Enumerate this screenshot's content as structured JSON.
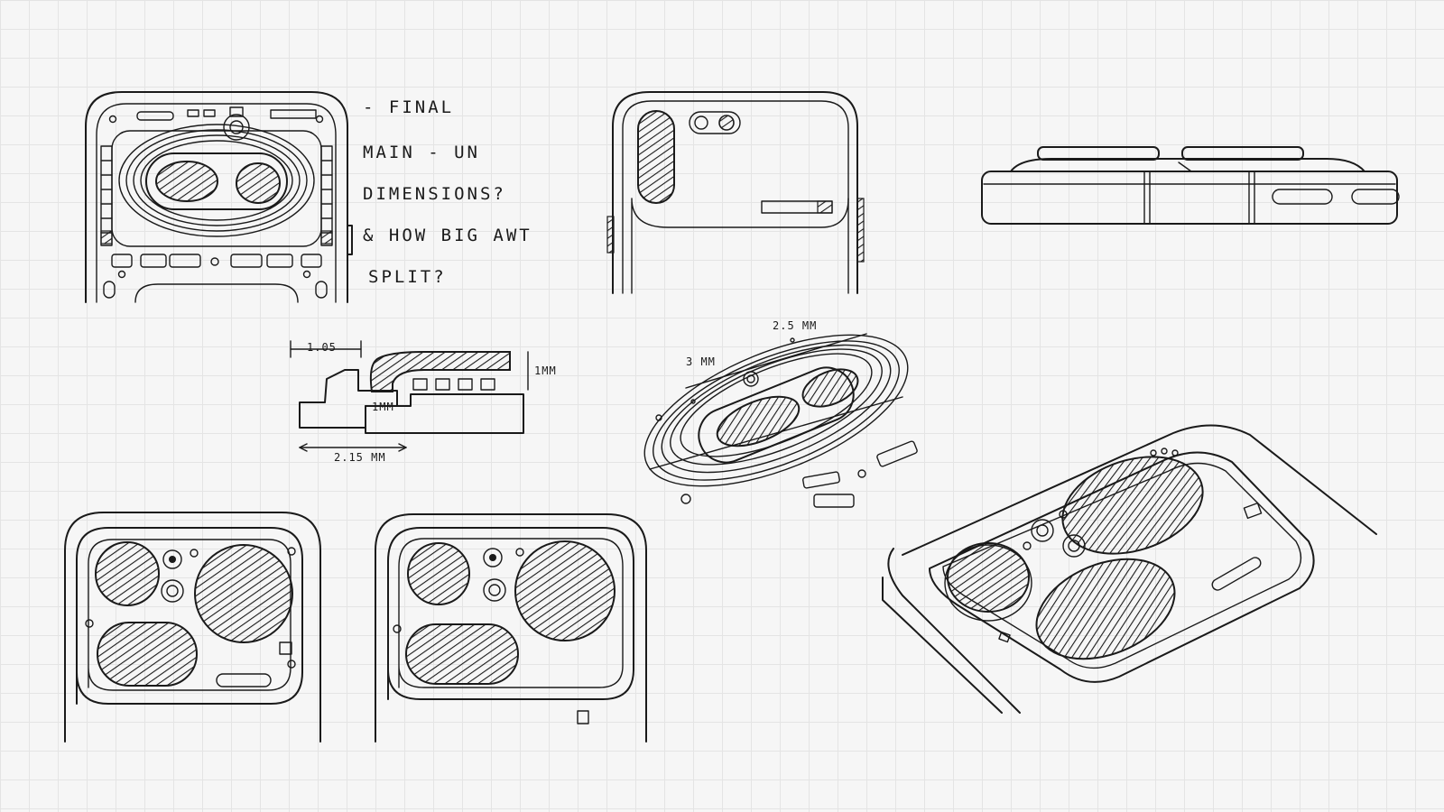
{
  "notes": {
    "line1": "- FINAL",
    "line2": "MAIN - UN",
    "line3": "DIMENSIONS?",
    "line4": "& HOW BIG AWT",
    "line5": "SPLIT?"
  },
  "dimensions": {
    "top_offset": "1.05",
    "right_height": "1MM",
    "inner_height": "1MM",
    "bottom_width": "2.15 MM",
    "iso_width": "2.5 MM",
    "iso_depth": "3 MM"
  }
}
